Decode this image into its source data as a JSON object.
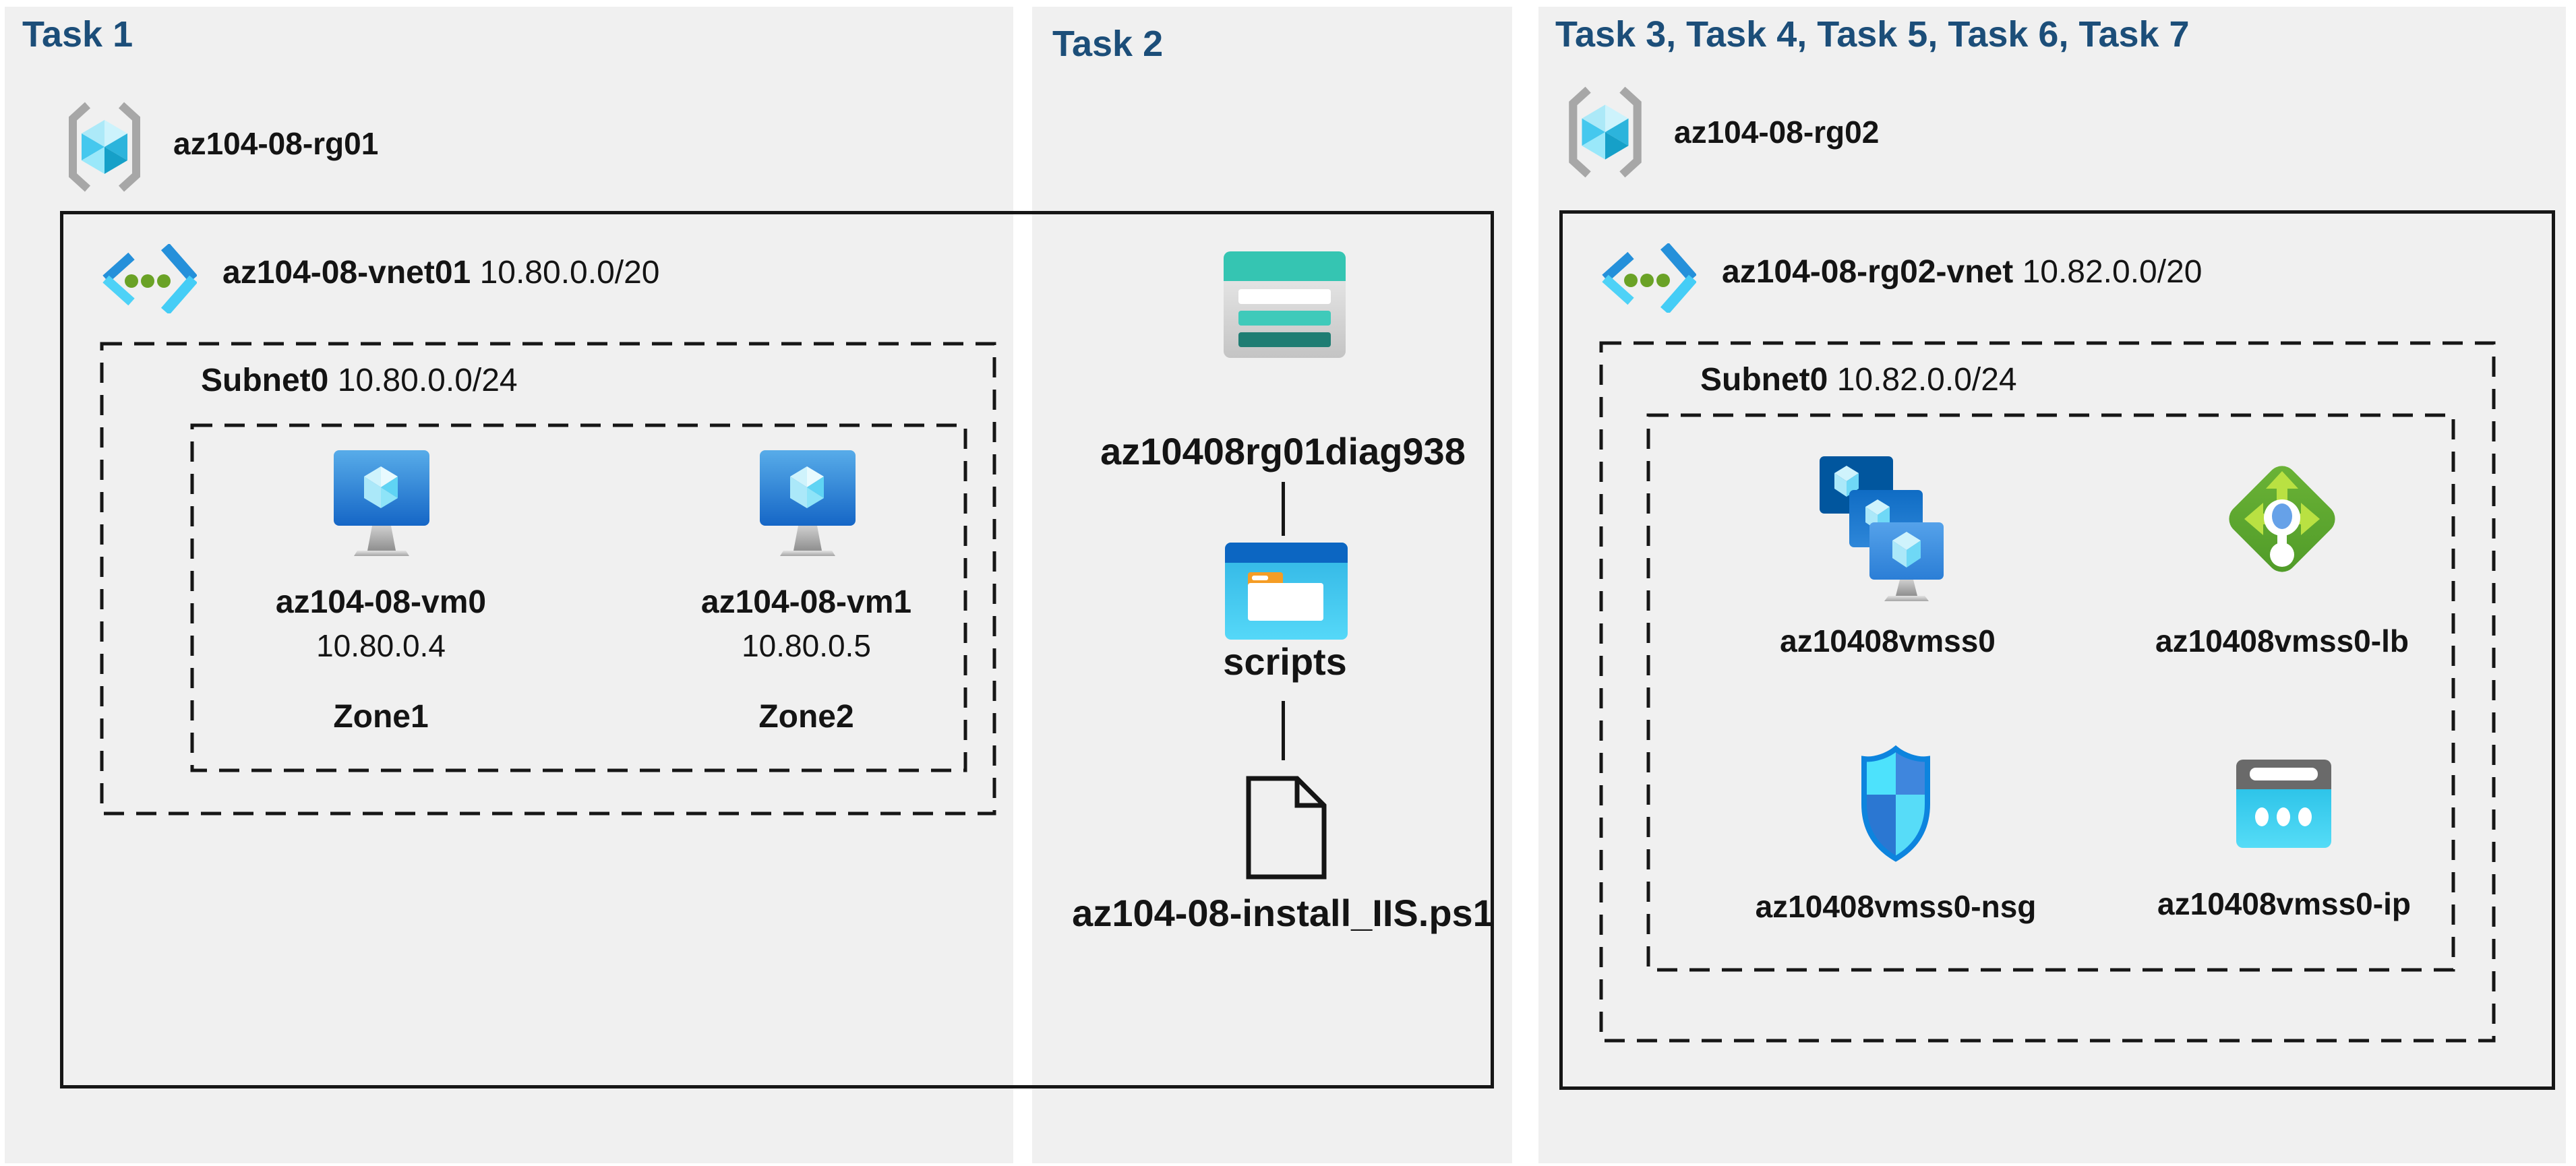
{
  "colors": {
    "heading": "#1c4e79",
    "panel_background": "#f0f0f0",
    "box_border": "#161616",
    "accent_blue": "#2590da",
    "accent_cyan": "#4ed2f7",
    "accent_green": "#6cb437",
    "accent_teal": "#35c5b2"
  },
  "task1": {
    "heading": "Task 1",
    "resource_group": "az104-08-rg01",
    "vnet_name": "az104-08-vnet01",
    "vnet_cidr": "10.80.0.0/20",
    "subnet_name": "Subnet0",
    "subnet_cidr": "10.80.0.0/24",
    "vms": [
      {
        "name": "az104-08-vm0",
        "ip": "10.80.0.4",
        "zone": "Zone1"
      },
      {
        "name": "az104-08-vm1",
        "ip": "10.80.0.5",
        "zone": "Zone2"
      }
    ]
  },
  "task2": {
    "heading": "Task 2",
    "storage_account": "az10408rg01diag938",
    "folder": "scripts",
    "script_file": "az104-08-install_IIS.ps1"
  },
  "task3": {
    "heading": "Task 3, Task 4, Task 5, Task 6, Task 7",
    "resource_group": "az104-08-rg02",
    "vnet_name": "az104-08-rg02-vnet",
    "vnet_cidr": "10.82.0.0/20",
    "subnet_name": "Subnet0",
    "subnet_cidr": "10.82.0.0/24",
    "resources": [
      {
        "name": "az10408vmss0",
        "icon": "vmss-icon"
      },
      {
        "name": "az10408vmss0-lb",
        "icon": "load-balancer-icon"
      },
      {
        "name": "az10408vmss0-nsg",
        "icon": "nsg-icon"
      },
      {
        "name": "az10408vmss0-ip",
        "icon": "public-ip-icon"
      }
    ]
  }
}
